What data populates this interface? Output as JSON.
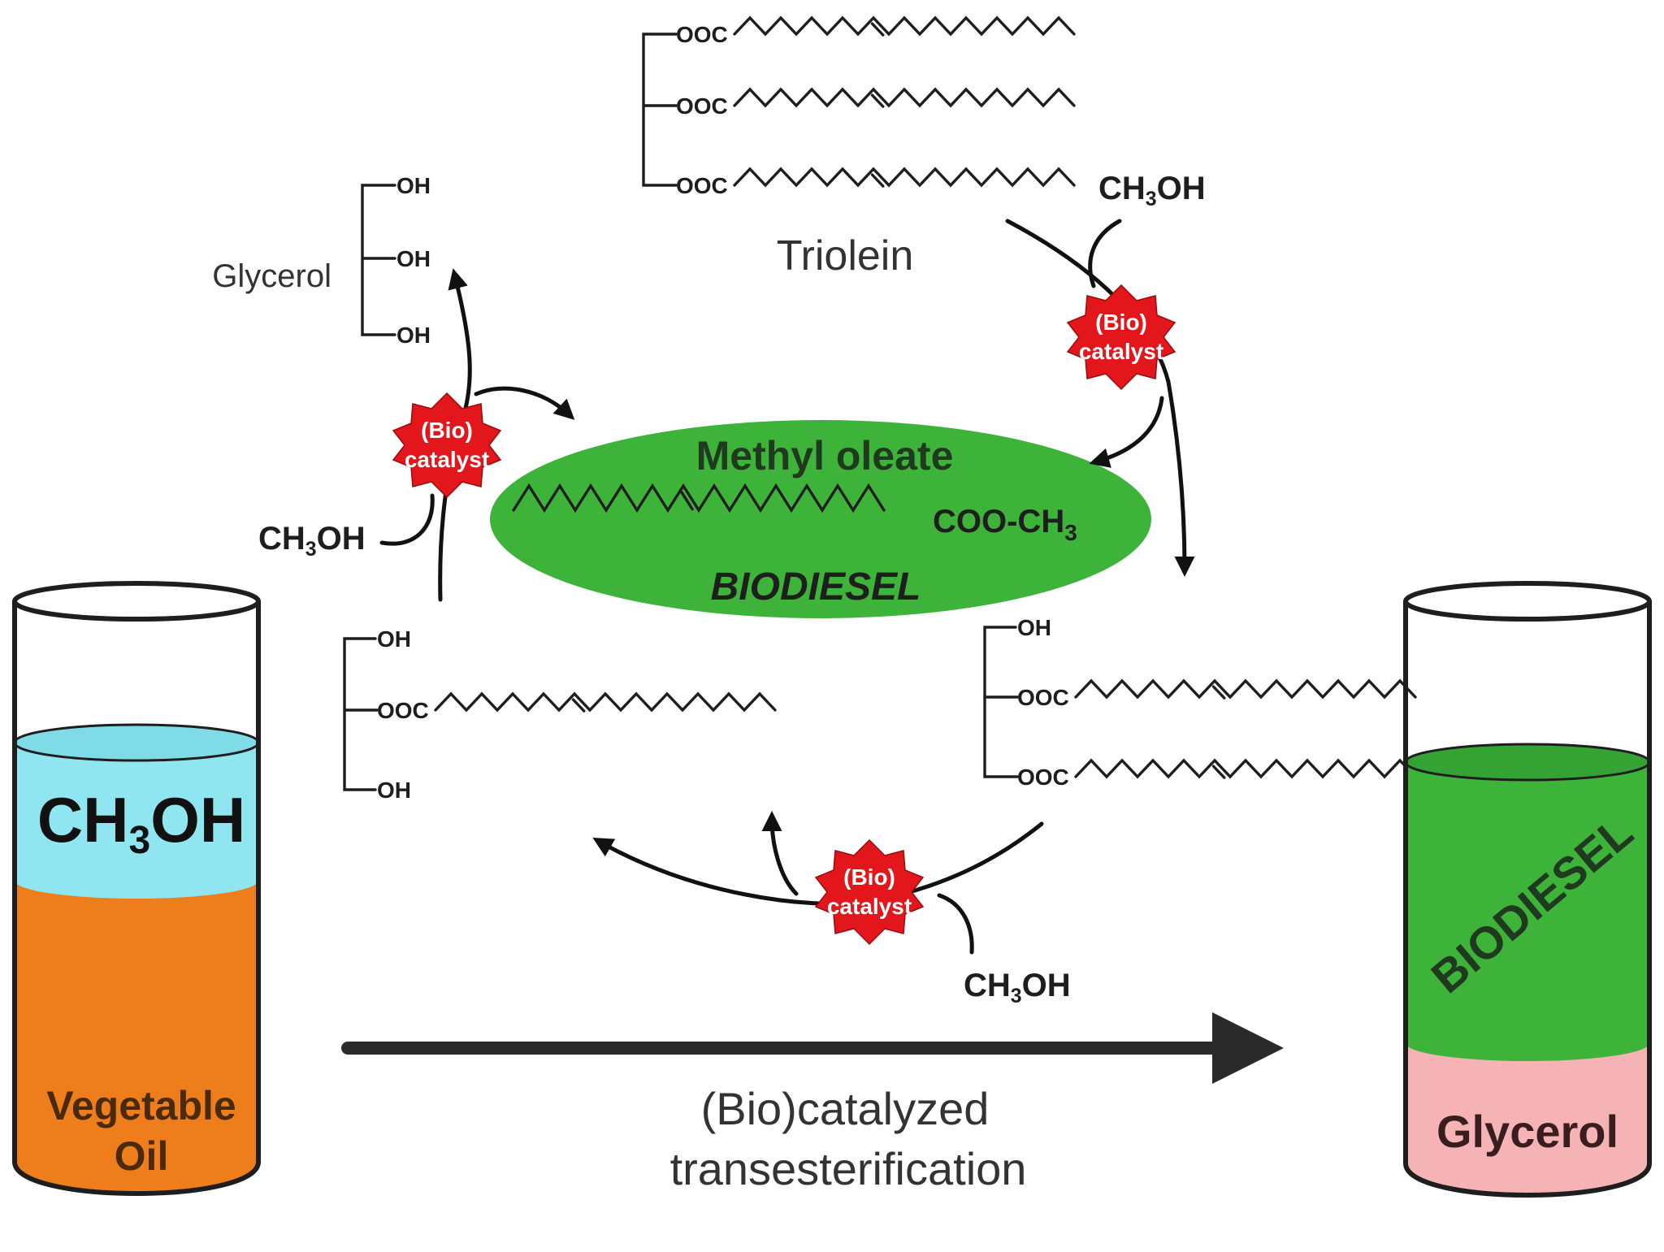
{
  "colors": {
    "ellipse_fill": "#3db33a",
    "catalyst_fill": "#e3161c",
    "methanol_layer": "#8fe6f0",
    "oil_layer": "#ee7e1b",
    "biodiesel_layer": "#3db33a",
    "glycerol_layer": "#f5b3b6",
    "ink": "#1e1e1e"
  },
  "molecules": {
    "triolein": "Triolein",
    "glycerol": "Glycerol",
    "ester_group": "OOC",
    "hydroxyl": "OH",
    "methanol": "CH3OH"
  },
  "product": {
    "name": "Methyl oleate",
    "ester": "COO-CH3",
    "label": "BIODIESEL"
  },
  "catalyst": {
    "line1": "(Bio)",
    "line2": "catalyst"
  },
  "left_tube": {
    "top_layer": "CH3OH",
    "bottom_line1": "Vegetable",
    "bottom_line2": "Oil"
  },
  "right_tube": {
    "top_layer": "BIODIESEL",
    "bottom_layer": "Glycerol"
  },
  "process": {
    "line1": "(Bio)catalyzed",
    "line2": "transesterification"
  }
}
